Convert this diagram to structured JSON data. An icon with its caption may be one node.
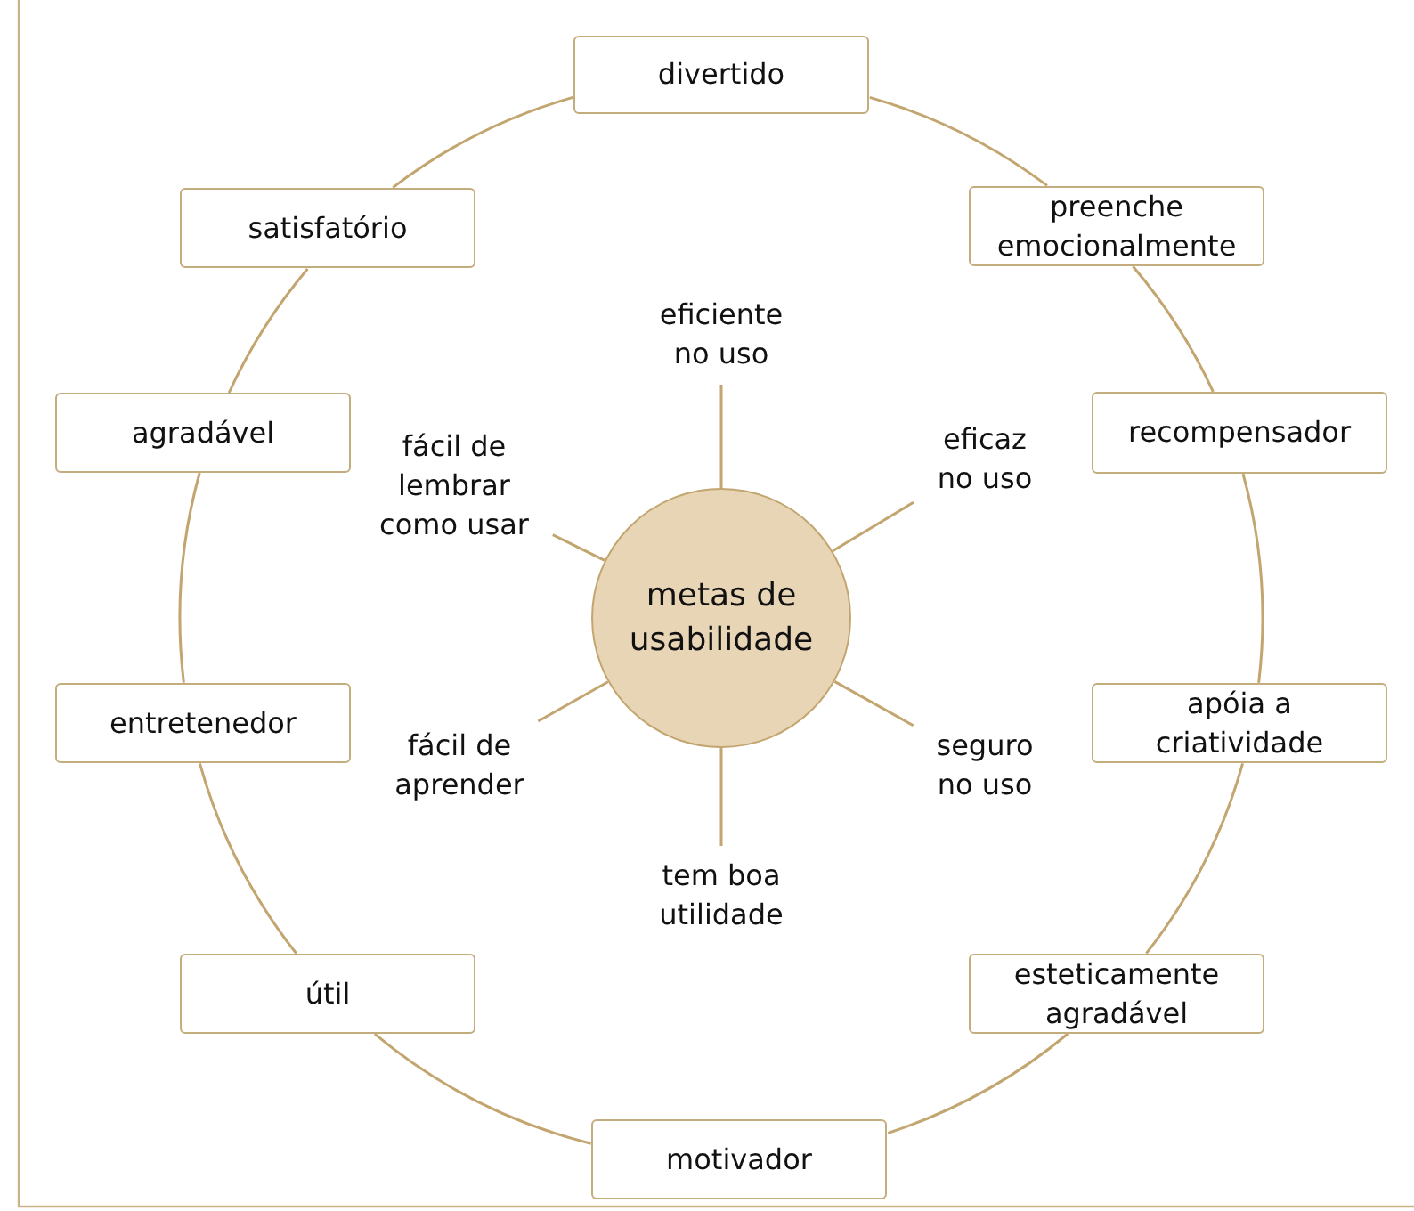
{
  "diagram": {
    "nodes": [
      {
        "text": [
          "metas de usabilidade"
        ]
      },
      {
        "text": [
          "eficiente no uso"
        ]
      },
      {
        "text": [
          "eficaz no uso"
        ]
      },
      {
        "text": [
          "seguro no uso"
        ]
      },
      {
        "text": [
          "tem boa utilidade"
        ]
      },
      {
        "text": [
          "fácil de aprender"
        ]
      },
      {
        "text": [
          "fácil de lembrar como usar"
        ]
      },
      {
        "text": [
          "divertido"
        ]
      },
      {
        "text": [
          "preenche emocionalmente"
        ]
      },
      {
        "text": [
          "recompensador"
        ]
      },
      {
        "text": [
          "apóia a criatividade"
        ]
      },
      {
        "text": [
          "esteticamente agradável"
        ]
      },
      {
        "text": [
          "motivador"
        ]
      },
      {
        "text": [
          "útil"
        ]
      },
      {
        "text": [
          "entretenedor"
        ]
      },
      {
        "text": [
          "agradável"
        ]
      },
      {
        "text": [
          "satisfatório"
        ]
      }
    ],
    "edges": [
      {
        "from": 1,
        "to": 0,
        "arrow": "none"
      },
      {
        "from": 2,
        "to": 0,
        "arrow": "none"
      },
      {
        "from": 3,
        "to": 0,
        "arrow": "none"
      },
      {
        "from": 4,
        "to": 0,
        "arrow": "none"
      },
      {
        "from": 5,
        "to": 0,
        "arrow": "none"
      },
      {
        "from": 6,
        "to": 0,
        "arrow": "none"
      },
      {
        "from": 7,
        "to": 8,
        "arrow": "none"
      },
      {
        "from": 8,
        "to": 9,
        "arrow": "none"
      },
      {
        "from": 9,
        "to": 10,
        "arrow": "none"
      },
      {
        "from": 10,
        "to": 11,
        "arrow": "none"
      },
      {
        "from": 11,
        "to": 12,
        "arrow": "none"
      },
      {
        "from": 12,
        "to": 13,
        "arrow": "none"
      },
      {
        "from": 13,
        "to": 14,
        "arrow": "none"
      },
      {
        "from": 14,
        "to": 15,
        "arrow": "none"
      },
      {
        "from": 15,
        "to": 16,
        "arrow": "none"
      },
      {
        "from": 16,
        "to": 7,
        "arrow": "none"
      }
    ]
  }
}
